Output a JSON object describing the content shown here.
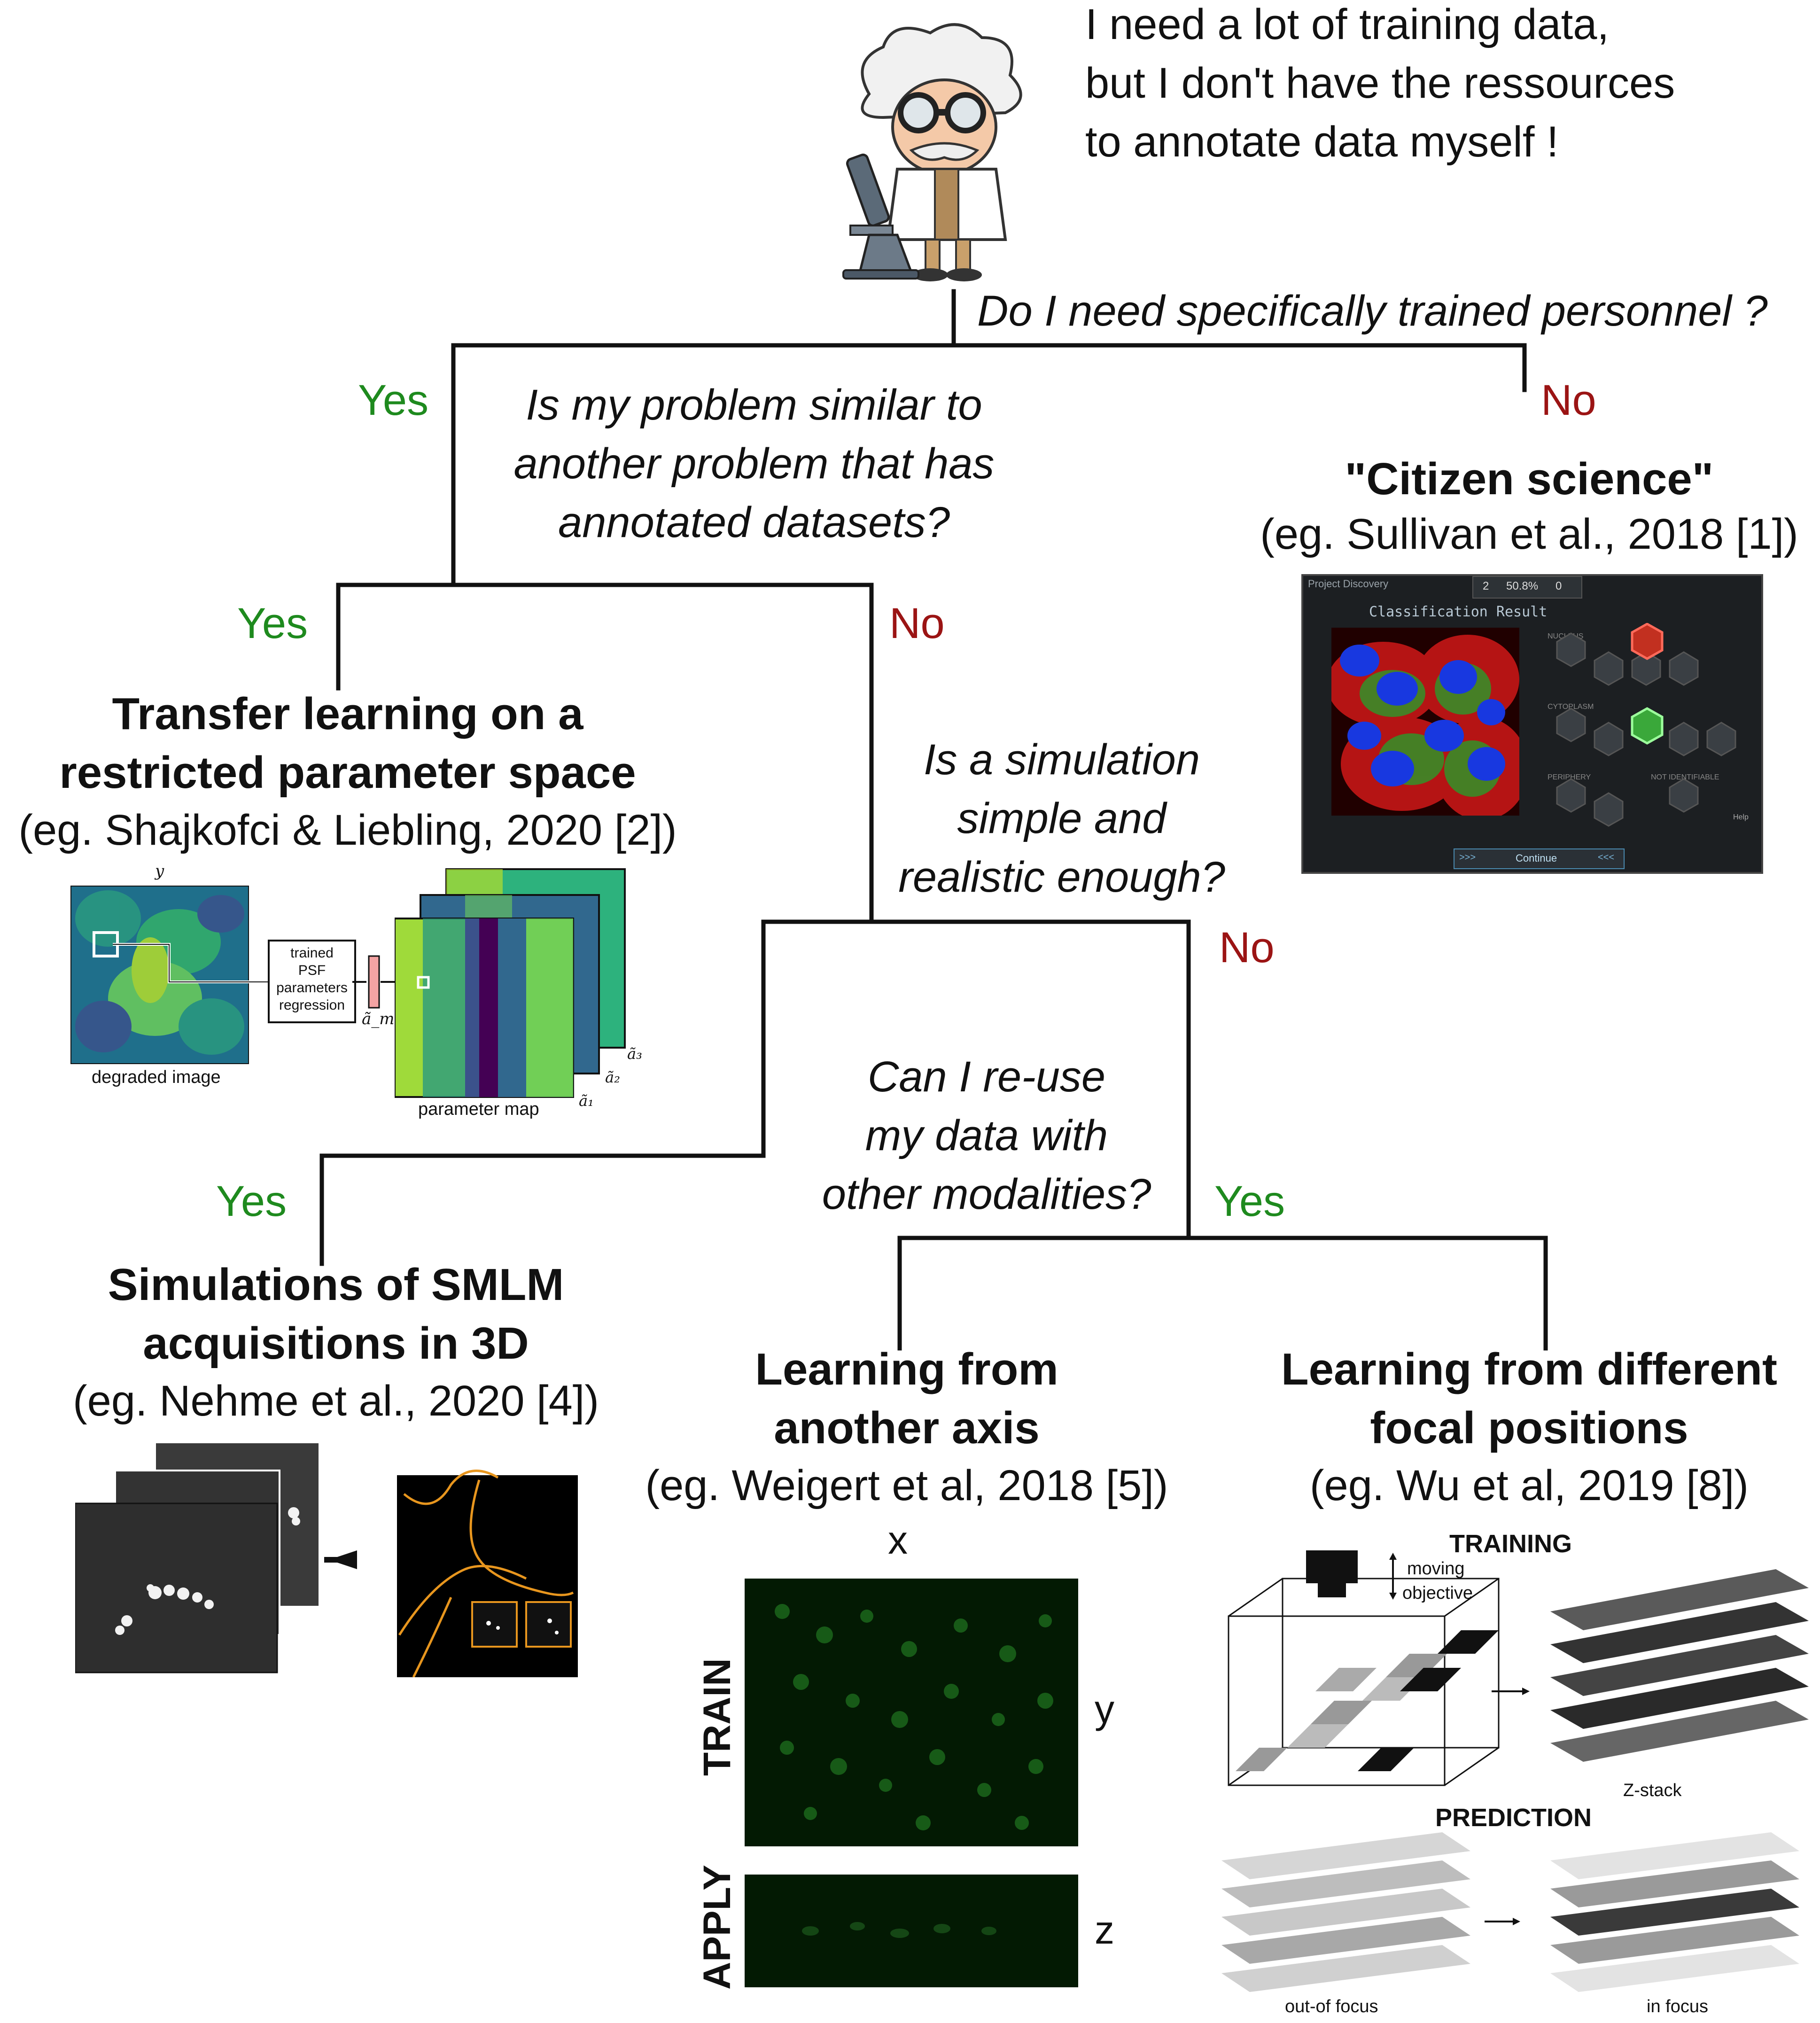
{
  "speech": {
    "line1": "I need a lot of training data,",
    "line2": "but I don't have the ressources",
    "line3": "to annotate data myself !"
  },
  "q1": "Do I need specifically trained personnel ?",
  "q2": {
    "line1": "Is my problem similar to",
    "line2": "another problem that has",
    "line3": "annotated datasets?"
  },
  "q3": {
    "line1": "Is a simulation",
    "line2": "simple and",
    "line3": "realistic enough?"
  },
  "q4": {
    "line1": "Can I re-use",
    "line2": "my data with",
    "line3": "other modalities?"
  },
  "labels": {
    "yes": "Yes",
    "no": "No"
  },
  "citizen": {
    "title": "\"Citizen science\"",
    "ref": "(eg. Sullivan et al., 2018 [1])",
    "ui_topbar": "Project Discovery",
    "ui_title": "Classification Result",
    "ui_button": "Continue",
    "ui_nucleus": "NUCLEUS",
    "ui_cytoplasm": "CYTOPLASM",
    "ui_periphery": "PERIPHERY",
    "ui_not_identifiable": "NOT IDENTIFIABLE",
    "ui_help": "Help",
    "ui_score": "50.8%",
    "ui_count1": "2",
    "ui_count2": "0",
    "ui_arrows_left": ">>>",
    "ui_arrows_right": "<<<"
  },
  "transfer": {
    "title1": "Transfer learning on a",
    "title2": "restricted parameter space",
    "ref": "(eg. Shajkofci & Liebling, 2020 [2])",
    "box_l1": "trained",
    "box_l2": "PSF",
    "box_l3": "parameters",
    "box_l4": "regression",
    "caption_left": "degraded image",
    "caption_right": "parameter map",
    "axis_y": "y",
    "vec_label": "ã_m",
    "a1": "ã₁",
    "a2": "ã₂",
    "a3": "ã₃"
  },
  "smlm": {
    "title1": "Simulations of SMLM",
    "title2": "acquisitions in 3D",
    "ref": "(eg. Nehme et al., 2020 [4])"
  },
  "axis": {
    "title1": "Learning from",
    "title2": "another axis",
    "ref": "(eg. Weigert et al, 2018 [5])",
    "x": "x",
    "y": "y",
    "z": "z",
    "train": "TRAIN",
    "apply": "APPLY"
  },
  "focal": {
    "title1": "Learning from different",
    "title2": "focal positions",
    "ref": "(eg. Wu et al, 2019 [8])",
    "training": "TRAINING",
    "prediction": "PREDICTION",
    "moving1": "moving",
    "moving2": "objective",
    "zstack": "Z-stack",
    "out_of_focus": "out-of focus",
    "in_focus": "in focus"
  },
  "colors": {
    "yes": "#1e8a1e",
    "no": "#9b1414",
    "line": "#111111"
  }
}
